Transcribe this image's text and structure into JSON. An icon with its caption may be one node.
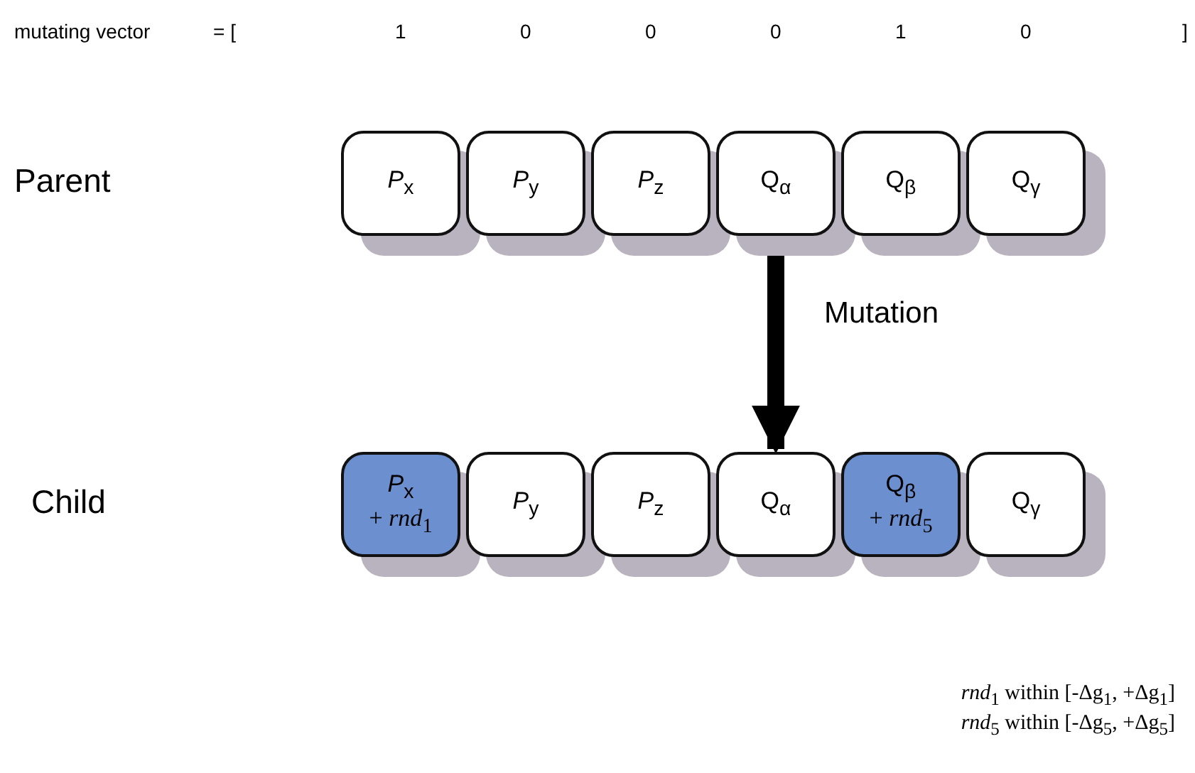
{
  "diagram": {
    "nodes": [
      {
        "text": [
          "*P*$_{x}$"
        ]
      },
      {
        "text": [
          "*P*$_{y}$"
        ]
      },
      {
        "text": [
          "*P*$_{z}$"
        ]
      },
      {
        "text": [
          "Q$_{α}$"
        ]
      },
      {
        "text": [
          "Q$_{β}$"
        ]
      },
      {
        "text": [
          "Q$_{γ}$"
        ]
      },
      {
        "text": [
          "*P*$_{x}$",
          "+ *rnd*$_{1}$"
        ]
      },
      {
        "text": [
          "*P*$_{y}$"
        ]
      },
      {
        "text": [
          "*P*$_{z}$"
        ]
      },
      {
        "text": [
          "Q$_{α}$"
        ]
      },
      {
        "text": [
          "Q$_{β}$",
          "+ *rnd*$_{5}$"
        ]
      },
      {
        "text": [
          "Q$_{γ}$"
        ]
      }
    ],
    "edges": [
      {
        "from": 3,
        "to": 9,
        "arrow": "to",
        "label": "Mutation"
      }
    ],
    "labels": [
      "mutating vector",
      "= [",
      "1",
      "0",
      "0",
      "0",
      "1",
      "0",
      "]",
      "Parent",
      "Child",
      "*rnd*$_{1}$ within [-Δg$_{1}$, +Δg$_{1}$]",
      "*rnd*$_{5}$ within [-Δg$_{5}$, +Δg$_{5}$]"
    ]
  }
}
